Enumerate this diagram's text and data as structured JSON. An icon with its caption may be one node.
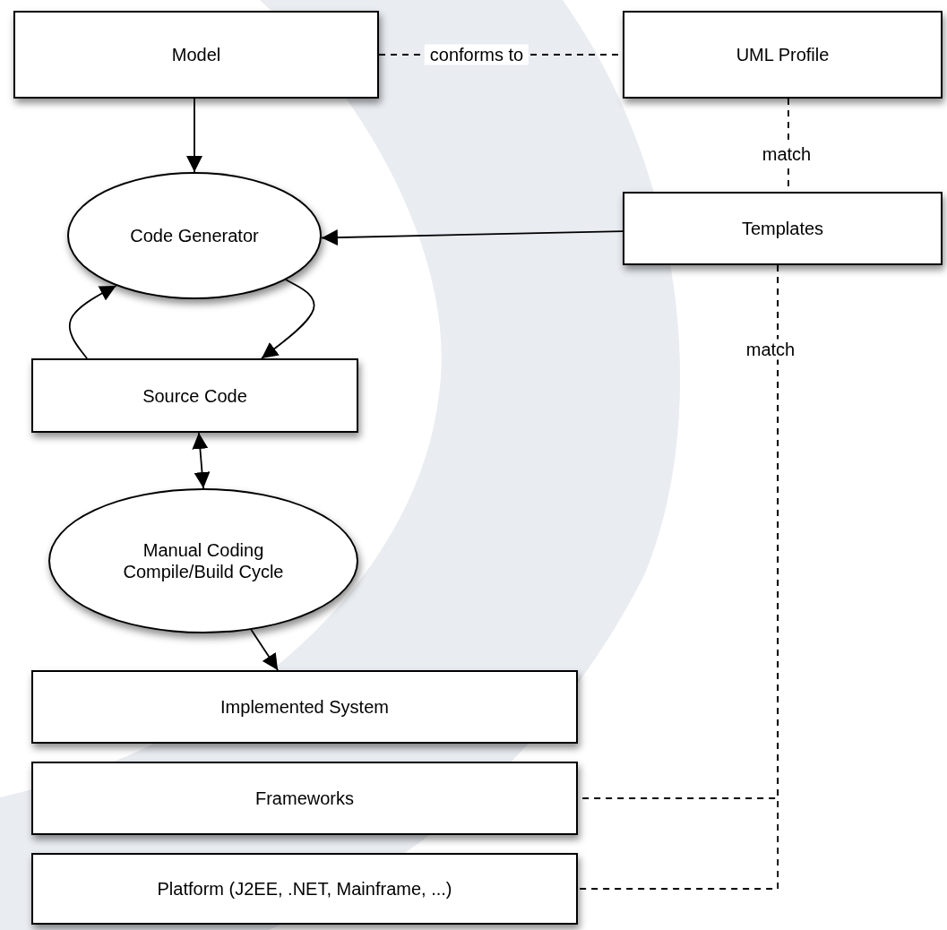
{
  "diagram": {
    "nodes": [
      {
        "text": [
          "Model"
        ]
      },
      {
        "text": [
          "UML Profile"
        ]
      },
      {
        "text": [
          "Code Generator"
        ]
      },
      {
        "text": [
          "Templates"
        ]
      },
      {
        "text": [
          "Source Code"
        ]
      },
      {
        "text": [
          "Manual Coding Compile/Build Cycle"
        ]
      },
      {
        "text": [
          "Implemented System"
        ]
      },
      {
        "text": [
          "Frameworks"
        ]
      },
      {
        "text": [
          "Platform (J2EE, .NET, Mainframe, ...)"
        ]
      }
    ],
    "edges": [
      {
        "from": 0,
        "to": 1,
        "arrow": "none",
        "label": "conforms to",
        "style": "dashed"
      },
      {
        "from": 1,
        "to": 3,
        "arrow": "none",
        "label": "match",
        "style": "dashed"
      },
      {
        "from": 0,
        "to": 2,
        "arrow": "to"
      },
      {
        "from": 3,
        "to": 2,
        "arrow": "to"
      },
      {
        "from": 2,
        "to": 4,
        "arrow": "to"
      },
      {
        "from": 4,
        "to": 2,
        "arrow": "to"
      },
      {
        "from": 4,
        "to": 5,
        "arrow": "both"
      },
      {
        "from": 5,
        "to": 6,
        "arrow": "to"
      },
      {
        "from": 3,
        "to": 7,
        "arrow": "none",
        "label": "match",
        "style": "dashed"
      },
      {
        "from": 3,
        "to": 8,
        "arrow": "none",
        "style": "dashed"
      }
    ]
  }
}
